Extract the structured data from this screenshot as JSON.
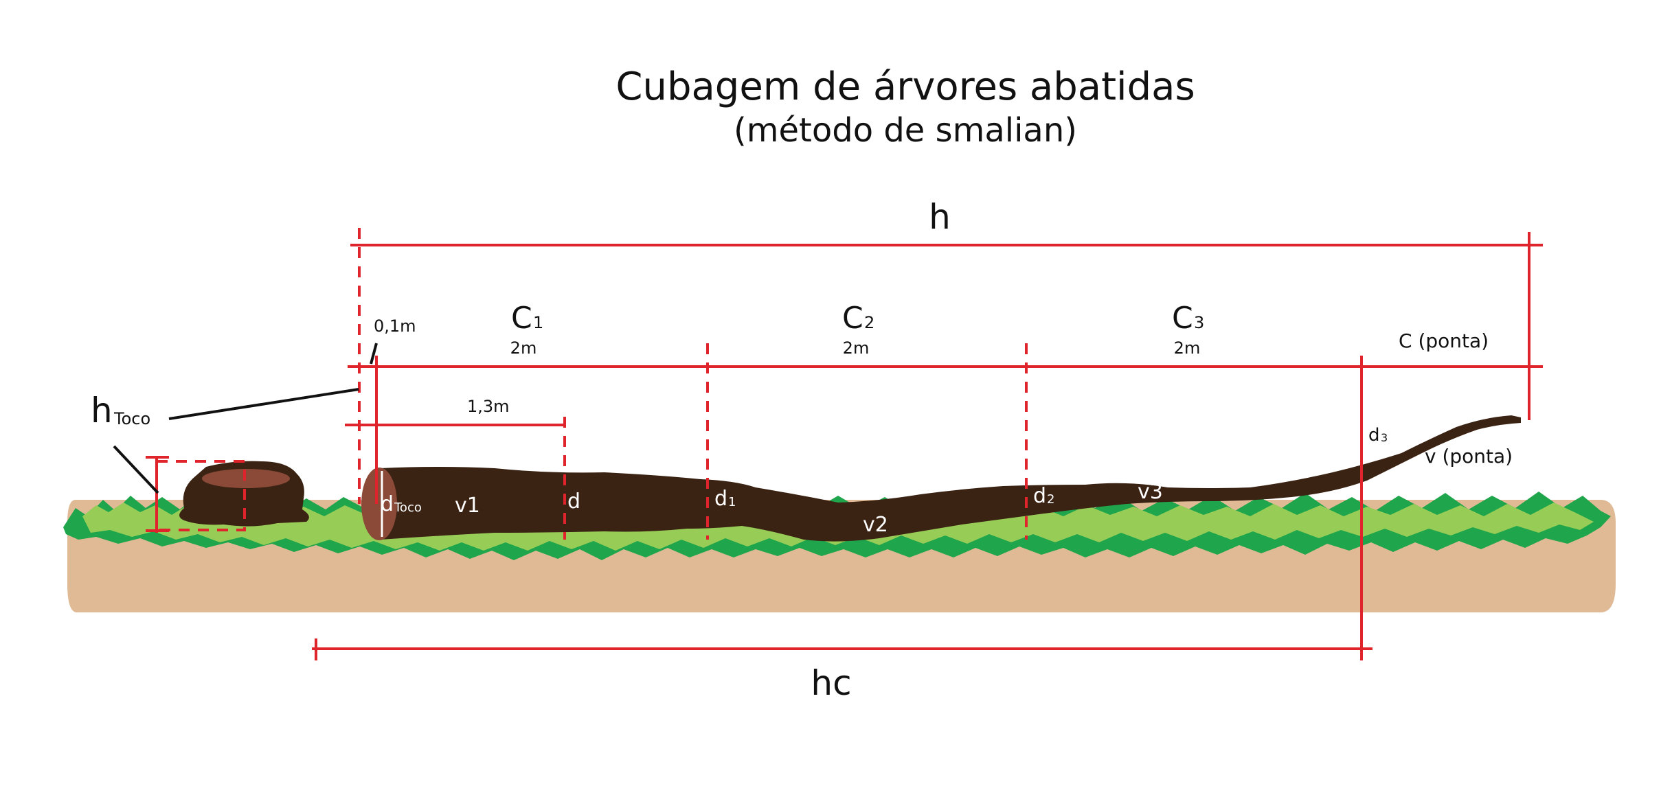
{
  "title": "Cubagem de árvores abatidas",
  "subtitle": "(método de smalian)",
  "colors": {
    "measure_line": "#e0242c",
    "trunk": "#3b2314",
    "stump_top": "#8b4a38",
    "soil": "#dfba95",
    "grass_dark": "#1fa54b",
    "grass_light": "#97cc57",
    "text": "#111111"
  },
  "labels": {
    "h": "h",
    "hc": "hc",
    "h_toco_main": "h",
    "h_toco_sub": "Toco",
    "offset_0_1m": "0,1m",
    "dap_height": "1,3m",
    "c1_main": "C",
    "c1_sub": "1",
    "c1_len": "2m",
    "c2_main": "C",
    "c2_sub": "2",
    "c2_len": "2m",
    "c3_main": "C",
    "c3_sub": "3",
    "c3_len": "2m",
    "c_ponta": "C (ponta)",
    "d_toco_main": "d",
    "d_toco_sub": "Toco",
    "v1": "v1",
    "d": "d",
    "d1_main": "d",
    "d1_sub": "1",
    "v2": "v2",
    "d2_main": "d",
    "d2_sub": "2",
    "v3": "v3",
    "d3_main": "d",
    "d3_sub": "3",
    "v_ponta": "v (ponta)"
  },
  "icons": [
    "tree-stump-icon",
    "felled-trunk-icon",
    "grass-icon",
    "soil-icon"
  ]
}
